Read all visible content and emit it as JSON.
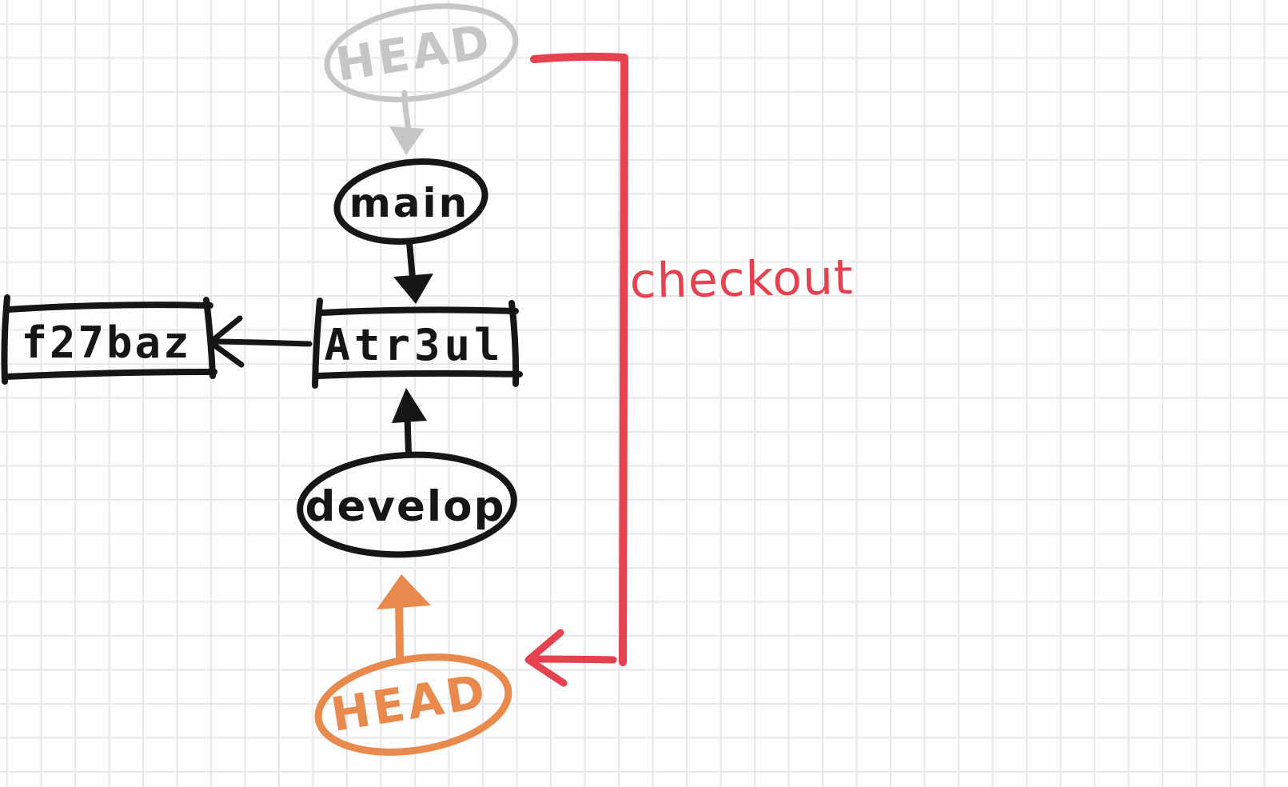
{
  "app": {
    "kind": "hand-drawn git checkout whiteboard sketch"
  },
  "colors": {
    "ink_black": "#161616",
    "ink_gray": "#c6c6c6",
    "ink_orange": "#e8894e",
    "ink_red": "#e5414f",
    "grid_line": "#e8e8eb",
    "background": "#fdfdfd"
  },
  "diagram": {
    "head_previous": {
      "label": "HEAD",
      "points_to": "main"
    },
    "branch_main": {
      "label": "main",
      "points_to": "Atr3ul"
    },
    "commit_current": {
      "label": "Atr3ul"
    },
    "commit_parent": {
      "label": "f27baz"
    },
    "branch_develop": {
      "label": "develop",
      "points_to": "Atr3ul"
    },
    "head_current": {
      "label": "HEAD",
      "points_to": "develop"
    },
    "action_annotation": {
      "label": "checkout"
    }
  }
}
